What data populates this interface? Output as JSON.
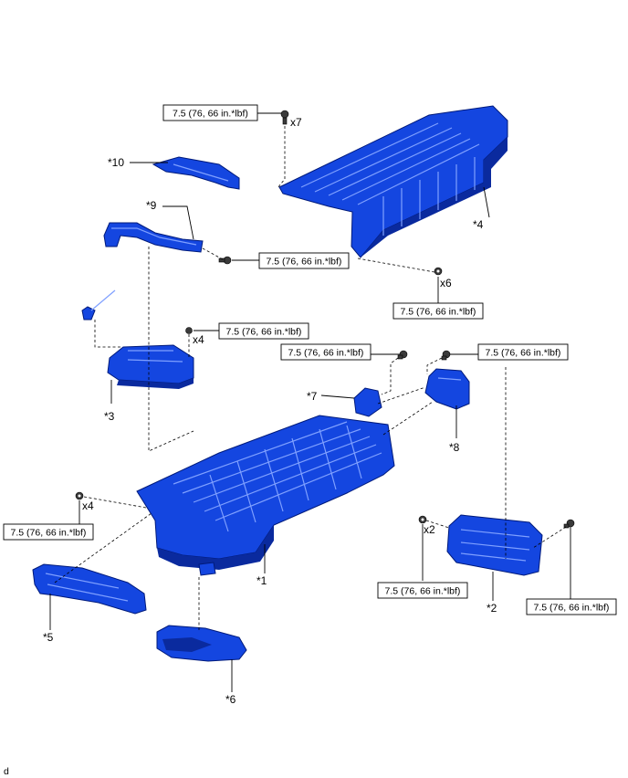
{
  "parts": {
    "p1": "*1",
    "p2": "*2",
    "p3": "*3",
    "p4": "*4",
    "p5": "*5",
    "p6": "*6",
    "p7": "*7",
    "p8": "*8",
    "p9": "*9",
    "p10": "*10"
  },
  "torque": {
    "t_cover": "7.5 (76, 66 in.*lbf)",
    "t_cover_rear": "7.5 (76, 66 in.*lbf)",
    "t_wire9": "7.5 (76, 66 in.*lbf)",
    "t_part3": "7.5 (76, 66 in.*lbf)",
    "t_part7": "7.5 (76, 66 in.*lbf)",
    "t_part8": "7.5 (76, 66 in.*lbf)",
    "t_left": "7.5 (76, 66 in.*lbf)",
    "t_part2_left": "7.5 (76, 66 in.*lbf)",
    "t_part2_right": "7.5 (76, 66 in.*lbf)"
  },
  "qty": {
    "q_cover": "x7",
    "q_cover_rear": "x6",
    "q_part3": "x4",
    "q_left": "x4",
    "q_part2": "x2"
  },
  "footer_code": "d"
}
